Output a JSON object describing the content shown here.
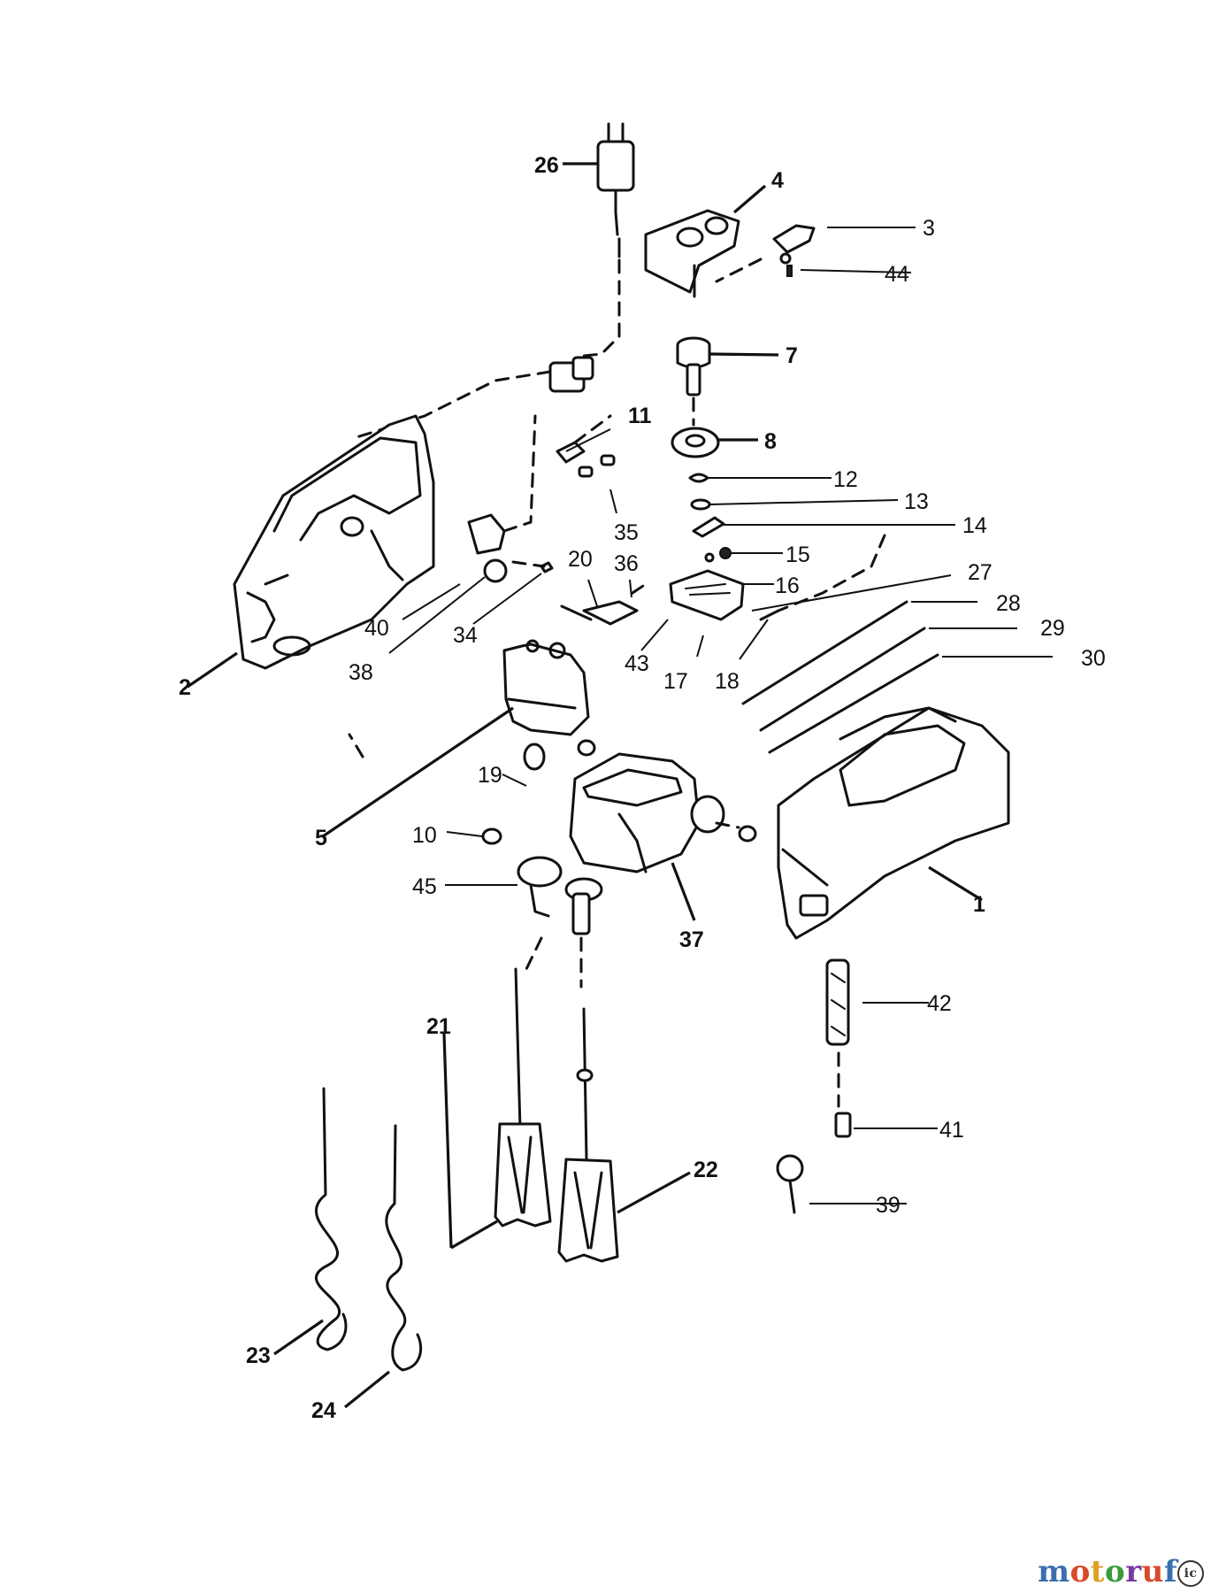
{
  "diagram": {
    "callouts": [
      {
        "id": "1",
        "label": "1"
      },
      {
        "id": "2",
        "label": "2"
      },
      {
        "id": "3",
        "label": "3"
      },
      {
        "id": "4",
        "label": "4"
      },
      {
        "id": "5",
        "label": "5"
      },
      {
        "id": "7",
        "label": "7"
      },
      {
        "id": "8",
        "label": "8"
      },
      {
        "id": "10",
        "label": "10"
      },
      {
        "id": "11",
        "label": "11"
      },
      {
        "id": "12",
        "label": "12"
      },
      {
        "id": "13",
        "label": "13"
      },
      {
        "id": "14",
        "label": "14"
      },
      {
        "id": "15",
        "label": "15"
      },
      {
        "id": "16",
        "label": "16"
      },
      {
        "id": "17",
        "label": "17"
      },
      {
        "id": "18",
        "label": "18"
      },
      {
        "id": "19",
        "label": "19"
      },
      {
        "id": "20",
        "label": "20"
      },
      {
        "id": "21",
        "label": "21"
      },
      {
        "id": "22",
        "label": "22"
      },
      {
        "id": "23",
        "label": "23"
      },
      {
        "id": "24",
        "label": "24"
      },
      {
        "id": "26",
        "label": "26"
      },
      {
        "id": "27",
        "label": "27"
      },
      {
        "id": "28",
        "label": "28"
      },
      {
        "id": "29",
        "label": "29"
      },
      {
        "id": "30",
        "label": "30"
      },
      {
        "id": "34",
        "label": "34"
      },
      {
        "id": "35",
        "label": "35"
      },
      {
        "id": "36",
        "label": "36"
      },
      {
        "id": "37",
        "label": "37"
      },
      {
        "id": "38",
        "label": "38"
      },
      {
        "id": "39",
        "label": "39"
      },
      {
        "id": "40",
        "label": "40"
      },
      {
        "id": "41",
        "label": "41"
      },
      {
        "id": "42",
        "label": "42"
      },
      {
        "id": "43",
        "label": "43"
      },
      {
        "id": "44",
        "label": "44"
      },
      {
        "id": "45",
        "label": "45"
      }
    ]
  },
  "watermark": {
    "brand": [
      "m",
      "o",
      "t",
      "o",
      "r",
      "u",
      "f"
    ],
    "badge": "ic"
  }
}
